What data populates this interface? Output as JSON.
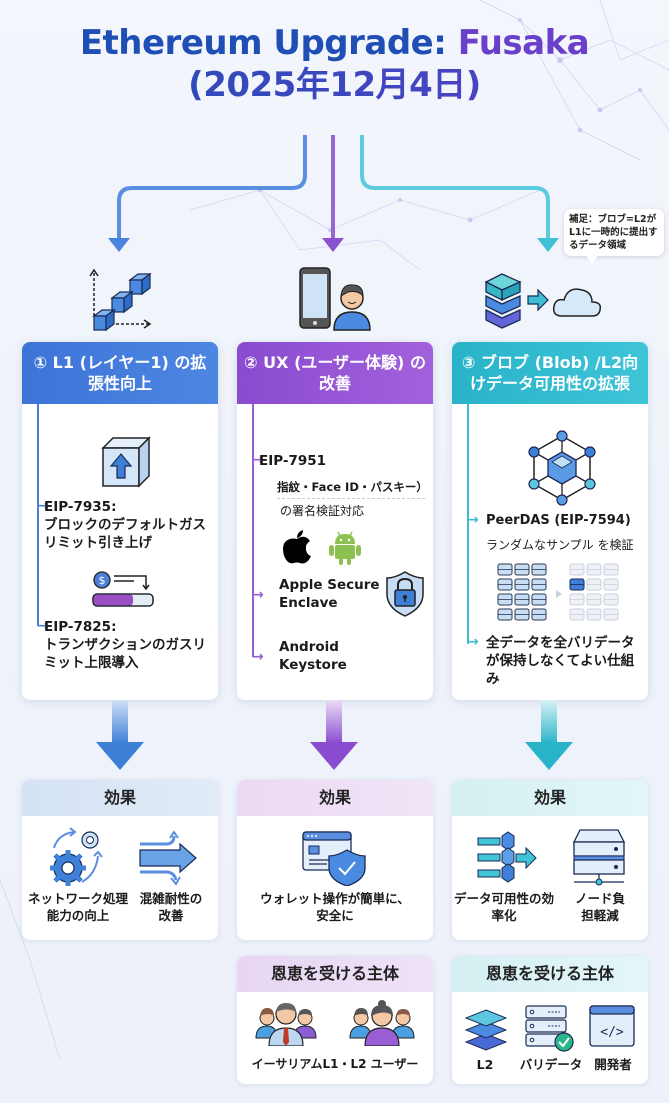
{
  "title": {
    "line1_a": "Ethereum Upgrade: ",
    "line1_b": "Fusaka",
    "line2": "(2025年12月4日)"
  },
  "note": {
    "text": "補足：ブロブ=L2がL1に一時的に提出するデータ領域"
  },
  "colors": {
    "blue": "#3e74d8",
    "purple": "#8a4bd0",
    "teal": "#29b3c9"
  },
  "columns": [
    {
      "header": "① L1 (レイヤー1) の拡張性向上",
      "top_icon": "scaling-cubes-icon",
      "items": [
        {
          "label": "EIP-7935:",
          "desc": "ブロックのデフォルトガスリミット引き上げ"
        },
        {
          "label": "EIP-7825:",
          "desc": "トランザクションのガスリミット上限導入"
        }
      ],
      "effect": {
        "header": "効果",
        "items": [
          "ネットワーク処理能力の向上",
          "混雑耐性の改善"
        ]
      }
    },
    {
      "header": "② UX (ユーザー体験) の改善",
      "top_icon": "phone-user-icon",
      "items": [
        {
          "label": "EIP-7951",
          "desc1": "指紋・Face ID・パスキー）",
          "desc2": "の署名検証対応"
        },
        {
          "label": "Apple Secure Enclave"
        },
        {
          "label": "Android Keystore"
        }
      ],
      "effect": {
        "header": "効果",
        "items": [
          "ウォレット操作が簡単に、安全に"
        ]
      },
      "beneficiaries": {
        "header": "恩恵を受ける主体",
        "items": [
          "イーサリアムL1・L2 ユーザー"
        ]
      }
    },
    {
      "header": "③ ブロブ (Blob) /L2向けデータ可用性の拡張",
      "top_icon": "server-cloud-icon",
      "items": [
        {
          "label": "PeerDAS (EIP-7594)",
          "desc": "ランダムなサンプル を検証"
        },
        {
          "label": "全データを全バリデータが保持しなくてよい仕組み"
        }
      ],
      "effect": {
        "header": "効果",
        "items": [
          "データ可用性の効率化",
          "ノード負担軽減"
        ]
      },
      "beneficiaries": {
        "header": "恩恵を受ける主体",
        "items": [
          "L2",
          "バリデータ",
          "開発者"
        ]
      }
    }
  ]
}
